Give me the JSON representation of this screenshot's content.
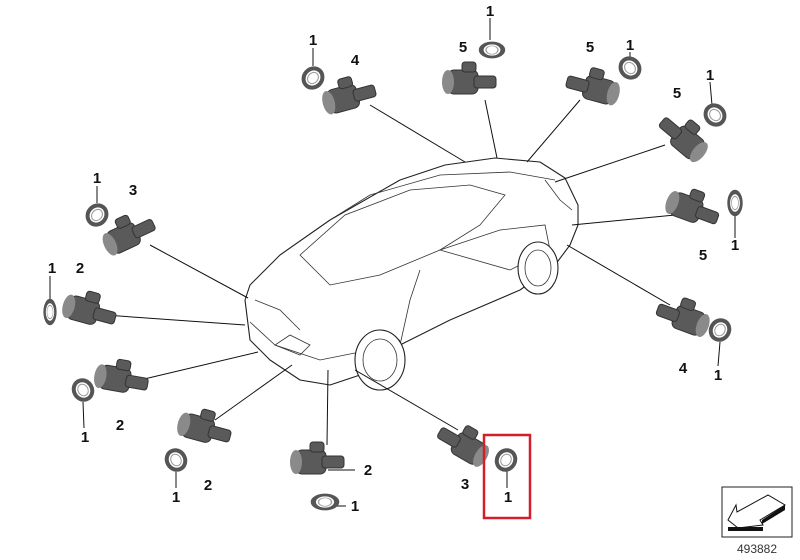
{
  "diagram": {
    "title": "Park Distance Control sensors",
    "doc_number": "493882",
    "highlight_color": "#d0202a",
    "callouts": [
      "1",
      "4",
      "1",
      "5",
      "5",
      "1",
      "1",
      "5",
      "1",
      "3",
      "1",
      "2",
      "1",
      "2",
      "1",
      "2",
      "2",
      "1",
      "3",
      "1",
      "5",
      "1",
      "4",
      "1"
    ]
  }
}
